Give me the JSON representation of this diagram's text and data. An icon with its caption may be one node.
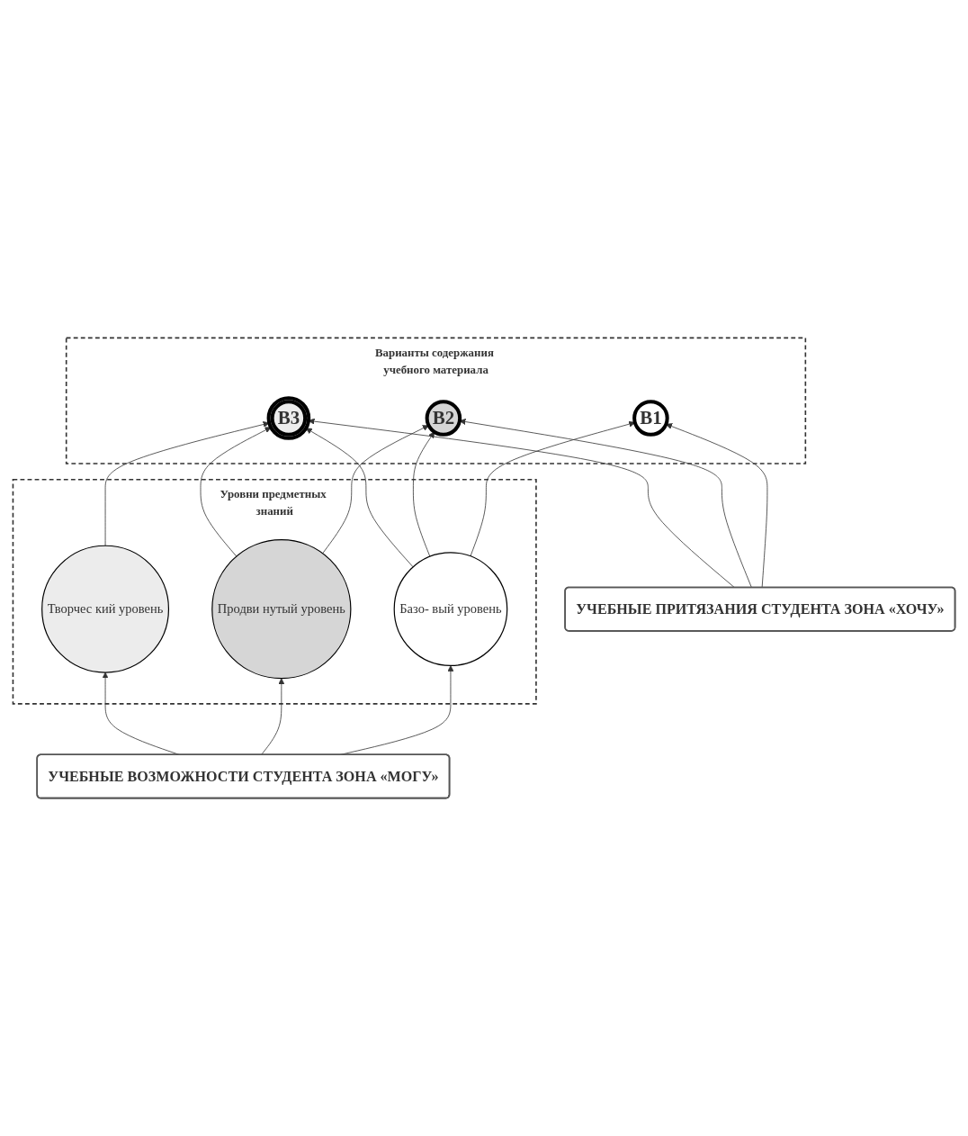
{
  "diagram": {
    "nodes": [
      {
        "text": [
          "УЧЕБНЫЕ ПРИТЯЗАНИЯ СТУДЕНТА ЗОНА «ХОЧУ»"
        ]
      },
      {
        "text": [
          "Варианты содержания учебного материала"
        ]
      },
      {
        "text": [
          "В1"
        ],
        "in": 1
      },
      {
        "text": [
          "В2"
        ],
        "in": 1
      },
      {
        "text": [
          "В3"
        ],
        "in": 1
      },
      {
        "text": [
          "Уровни предметных знаний"
        ]
      },
      {
        "text": [
          "Базо- вый уровень"
        ],
        "in": 5
      },
      {
        "text": [
          "Продви нутый уровень"
        ],
        "in": 5
      },
      {
        "text": [
          "Творчес кий уровень"
        ],
        "in": 5
      },
      {
        "text": [
          "УЧЕБНЫЕ ВОЗМОЖНОСТИ СТУДЕНТА ЗОНА «МОГУ»"
        ]
      }
    ],
    "edges": [
      {
        "from": 0,
        "to": 2,
        "arrow": "to"
      },
      {
        "from": 0,
        "to": 3,
        "arrow": "to"
      },
      {
        "from": 0,
        "to": 4,
        "arrow": "to"
      },
      {
        "from": 6,
        "to": 2,
        "arrow": "to"
      },
      {
        "from": 6,
        "to": 3,
        "arrow": "to"
      },
      {
        "from": 6,
        "to": 4,
        "arrow": "to"
      },
      {
        "from": 7,
        "to": 3,
        "arrow": "to"
      },
      {
        "from": 7,
        "to": 4,
        "arrow": "to"
      },
      {
        "from": 8,
        "to": 4,
        "arrow": "to"
      },
      {
        "from": 9,
        "to": 6,
        "arrow": "to"
      },
      {
        "from": 9,
        "to": 7,
        "arrow": "to"
      },
      {
        "from": 9,
        "to": 8,
        "arrow": "to"
      }
    ]
  }
}
